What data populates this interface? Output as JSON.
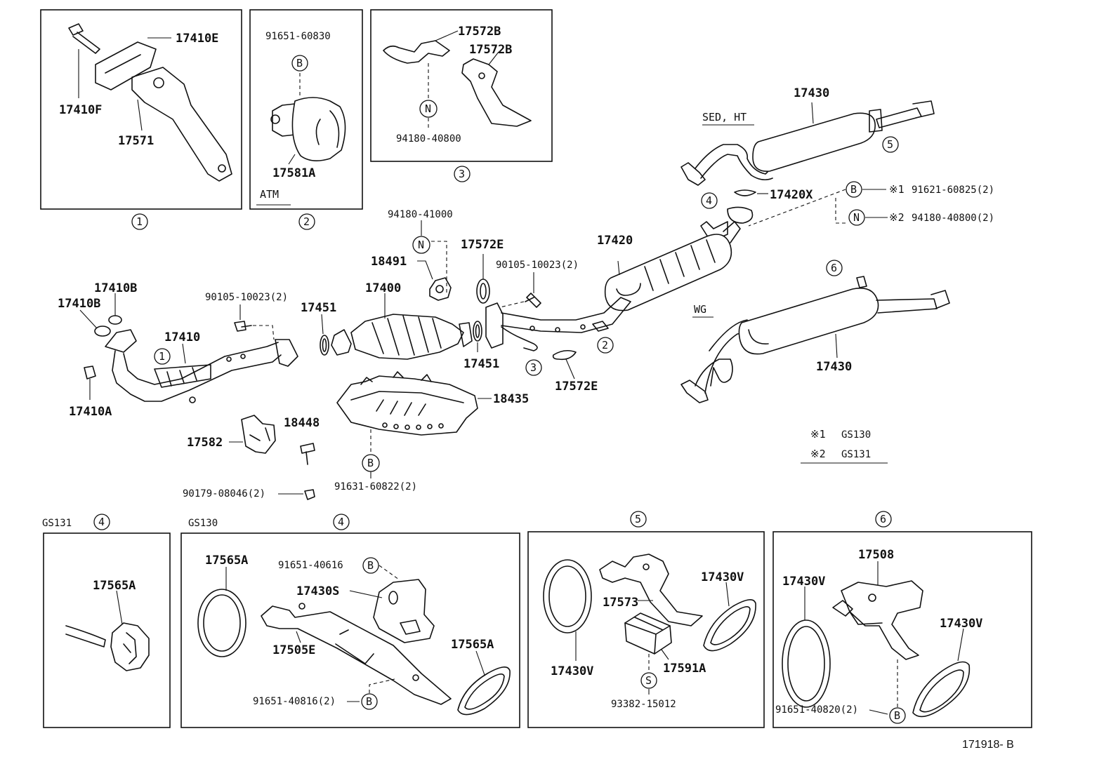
{
  "diagram_id": "171918- B",
  "variants": {
    "sed_ht": "SED, HT",
    "wg": "WG",
    "atm": "ATM",
    "gs131": "GS131",
    "gs130": "GS130"
  },
  "legend": {
    "note1_mark": "※1",
    "note1_model": "GS130",
    "note2_mark": "※2",
    "note2_model": "GS131"
  },
  "callout_letters": {
    "b": "B",
    "n": "N",
    "s": "S"
  },
  "markers": {
    "m1": "1",
    "m2": "2",
    "m3": "3",
    "m4": "4",
    "m5": "5",
    "m6": "6"
  },
  "parts": {
    "p17410E": "17410E",
    "p17410F": "17410F",
    "p17571": "17571",
    "p91651_60830": "91651-60830",
    "p17581A": "17581A",
    "p17572B_1": "17572B",
    "p17572B_2": "17572B",
    "p94180_40800": "94180-40800",
    "p17430_top": "17430",
    "p17420X": "17420X",
    "p91621_60825": "91621-60825(2)",
    "p94180_40800_2": "94180-40800(2)",
    "p94180_41000": "94180-41000",
    "p17572E_top": "17572E",
    "p17420": "17420",
    "p18491": "18491",
    "p90105_10023_mid": "90105-10023(2)",
    "p17410B_1": "17410B",
    "p17410B_2": "17410B",
    "p90105_10023_left": "90105-10023(2)",
    "p17451_left": "17451",
    "p17400": "17400",
    "p17410": "17410",
    "p17451_right": "17451",
    "p17572E_bot": "17572E",
    "p17410A": "17410A",
    "p18435": "18435",
    "p18448": "18448",
    "p17582": "17582",
    "p91631_60822": "91631-60822(2)",
    "p90179_08046": "90179-08046(2)",
    "p17430_bot": "17430",
    "p17565A_gs131": "17565A",
    "p17565A_1": "17565A",
    "p91651_40616": "91651-40616",
    "p17430S": "17430S",
    "p17505E": "17505E",
    "p17565A_2": "17565A",
    "p91651_40816": "91651-40816(2)",
    "p17430V_5a": "17430V",
    "p17573": "17573",
    "p17430V_5b": "17430V",
    "p17591A": "17591A",
    "p93382_15012": "93382-15012",
    "p17508": "17508",
    "p17430V_6a": "17430V",
    "p17430V_6b": "17430V",
    "p91651_40820": "91651-40820(2)"
  }
}
